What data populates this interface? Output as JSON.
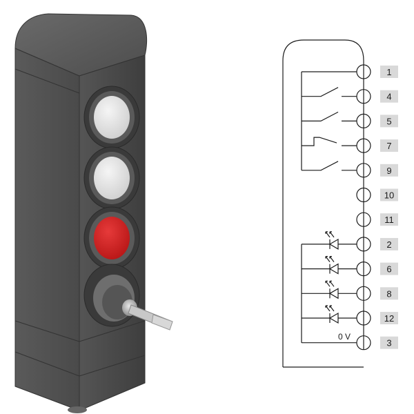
{
  "device": {
    "buttons": [
      {
        "name": "white-button-top",
        "color": "#ececec"
      },
      {
        "name": "white-button-middle",
        "color": "#ececec"
      },
      {
        "name": "red-button",
        "color": "#d42020"
      }
    ],
    "housing_color": "#4a4a4a",
    "key_switch": true
  },
  "schematic": {
    "terminals": [
      {
        "label": "1",
        "kind": "common"
      },
      {
        "label": "4",
        "kind": "switch-no"
      },
      {
        "label": "5",
        "kind": "switch-no"
      },
      {
        "label": "7",
        "kind": "switch-key"
      },
      {
        "label": "9",
        "kind": "switch-no"
      },
      {
        "label": "10",
        "kind": "none"
      },
      {
        "label": "11",
        "kind": "none"
      },
      {
        "label": "2",
        "kind": "led"
      },
      {
        "label": "6",
        "kind": "led"
      },
      {
        "label": "8",
        "kind": "led"
      },
      {
        "label": "12",
        "kind": "led"
      },
      {
        "label": "3",
        "kind": "ground"
      }
    ],
    "ground_label": "0 V"
  }
}
